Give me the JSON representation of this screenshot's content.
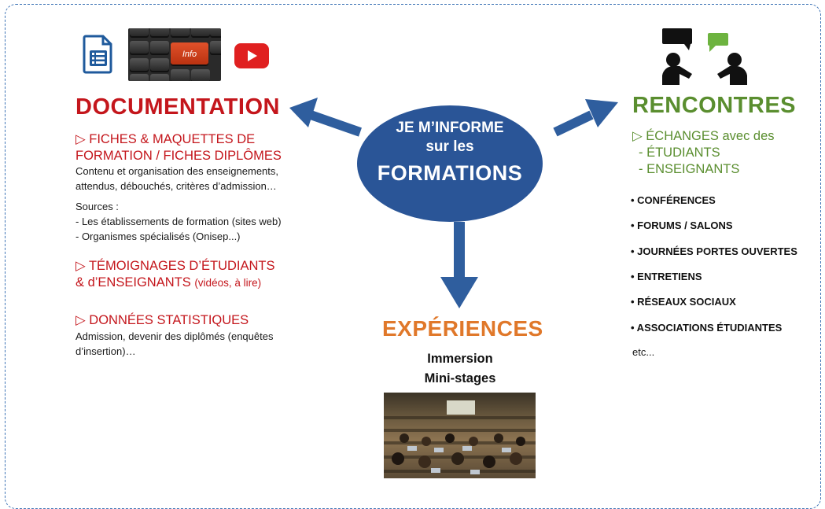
{
  "center": {
    "line1": "JE M’INFORME",
    "line2": "sur les",
    "line3": "FORMATIONS"
  },
  "documentation": {
    "heading": "DOCUMENTATION",
    "item1_title_l1": "▷  FICHES & MAQUETTES DE",
    "item1_title_l2": "FORMATION / FICHES DIPLÔMES",
    "item1_desc_l1": "Contenu et organisation des enseignements,",
    "item1_desc_l2": "attendus, débouchés, critères d’admission…",
    "sources_label": "Sources :",
    "sources": [
      "-  Les établissements de formation (sites web)",
      "-  Organismes spécialisés (Onisep...)"
    ],
    "item2_title_l1": "▷  TÉMOIGNAGES D’ÉTUDIANTS",
    "item2_title_l2": "& d’ENSEIGNANTS",
    "item2_note": "(vidéos, à lire)",
    "item3_title": "▷  DONNÉES STATISTIQUES",
    "item3_desc_l1": "Admission, devenir des diplômés (enquêtes",
    "item3_desc_l2": "d’insertion)…",
    "keyboard_key": "Info"
  },
  "rencontres": {
    "heading": "RENCONTRES",
    "echanges_l1": "▷  ÉCHANGES avec des",
    "echanges_l2": "- ÉTUDIANTS",
    "echanges_l3": "- ENSEIGNANTS",
    "bullets": [
      "• CONFÉRENCES",
      "• FORUMS / SALONS",
      "• JOURNÉES PORTES OUVERTES",
      "• ENTRETIENS",
      "• RÉSEAUX SOCIAUX",
      "• ASSOCIATIONS ÉTUDIANTES"
    ],
    "etc": "etc..."
  },
  "experiences": {
    "heading": "EXPÉRIENCES",
    "line1": "Immersion",
    "line2": "Mini-stages"
  },
  "colors": {
    "ellipse": "#2a5597",
    "arrow": "#2f5e9e",
    "documentation": "#c4161c",
    "rencontres": "#5a8e2f",
    "experiences": "#e0782a",
    "youtube": "#e02020",
    "bubble": "#6db33f"
  },
  "icons": [
    "document-list-icon",
    "keyboard-info-photo",
    "youtube-icon",
    "people-chat-icon",
    "amphitheater-photo"
  ]
}
